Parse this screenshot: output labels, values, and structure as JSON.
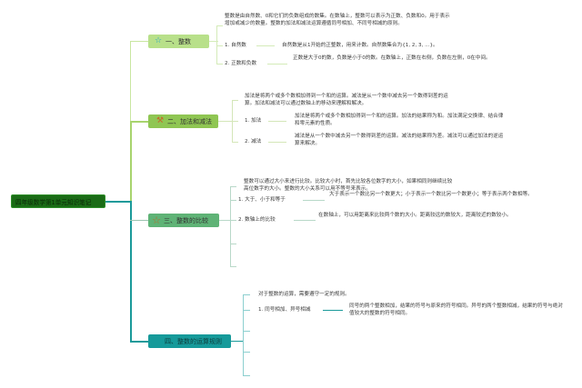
{
  "root": {
    "label": "四年级数学第1单元知识笔记"
  },
  "colors": {
    "root_bg": "#1a6b16",
    "branch1": "#b8e08a",
    "branch2": "#8fc653",
    "branch3": "#5fb376",
    "branch4": "#169a9a",
    "trunk": "#1a9a9a"
  },
  "branches": [
    {
      "icon": "star-outline-icon",
      "label": "一、整数",
      "intro": "整数是由自然数、0和它们的负数组成的数集。在数轴上，整数可以表示为正数、负数和0。用于表示增加或减少的数量。整数的加法和减法运算遵循同号相加、不同号相减的原则。",
      "items": [
        {
          "label": "1. 自然数",
          "detail": "自然数是从1开始的正整数，用来计数。自然数集合为{1, 2, 3, ...}。"
        },
        {
          "label": "2. 正数和负数",
          "detail": "正数是大于0的数，负数是小于0的数。在数轴上，正数在右侧，负数在左侧，0在中间。"
        }
      ]
    },
    {
      "icon": "tools-icon",
      "label": "二、加法和减法",
      "intro": "加法是将两个或多个数相加得到一个和的运算。减法是从一个数中减去另一个数得到差的运算。加法和减法可以通过数轴上的移动来理解和解决。",
      "items": [
        {
          "label": "1. 加法",
          "detail": "加法是将两个或多个数相加得到一个和的运算。加法的结果称为和。加法满足交换律、结合律和零元素的性质。"
        },
        {
          "label": "2. 减法",
          "detail": "减法是从一个数中减去另一个数得到差的运算。减法的结果称为差。减法可以通过加法的逆运算来解决。"
        }
      ]
    },
    {
      "icon": "star-outline-icon",
      "label": "三、整数的比较",
      "intro": "整数可以通过大小来进行比较。比较大小时，首先比较各位数字的大小，如果相同则继续比较高位数字的大小。整数的大小关系可以用不等号来表示。",
      "items": [
        {
          "label": "1. 大于、小于和等于",
          "detail": "大于表示一个数比另一个数更大；小于表示一个数比另一个数更小；等于表示两个数相等。"
        },
        {
          "label": "2. 数轴上的比较",
          "detail": "在数轴上，可以用距离来比较两个数的大小。距离较远的数较大，距离较近的数较小。"
        }
      ]
    },
    {
      "icon": "",
      "label": "四、整数的运算规则",
      "intro": "对于整数的运算，需要遵守一定的规则。",
      "items": [
        {
          "label": "1. 同号相加、异号相减",
          "detail": "同号的两个整数相加，结果的符号与原来的符号相同。异号的两个整数相减，结果的符号与绝对值较大的整数的符号相同。"
        }
      ]
    }
  ]
}
